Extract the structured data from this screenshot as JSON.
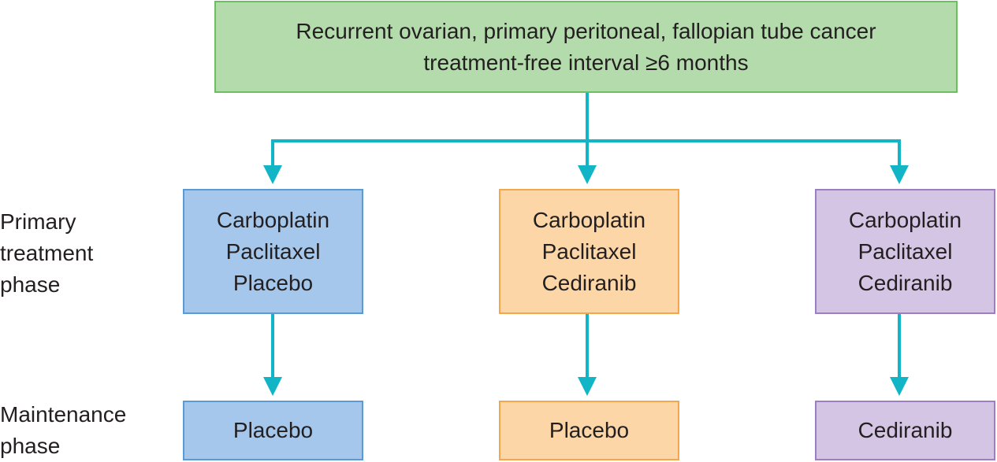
{
  "top_box": {
    "line1": "Recurrent ovarian, primary peritoneal, fallopian tube cancer",
    "line2": "treatment-free interval ≥6 months"
  },
  "phases": {
    "primary": [
      "Primary",
      "treatment",
      "phase"
    ],
    "maintenance": [
      "Maintenance",
      "phase"
    ]
  },
  "arms": [
    {
      "primary": [
        "Carboplatin",
        "Paclitaxel",
        "Placebo"
      ],
      "maintenance": "Placebo"
    },
    {
      "primary": [
        "Carboplatin",
        "Paclitaxel",
        "Cediranib"
      ],
      "maintenance": "Placebo"
    },
    {
      "primary": [
        "Carboplatin",
        "Paclitaxel",
        "Cediranib"
      ],
      "maintenance": "Cediranib"
    }
  ],
  "colors": {
    "connector": "#12b5c6",
    "top_fill": "#b4dbac",
    "arm1_fill": "#a4c7eb",
    "arm2_fill": "#fcd6a6",
    "arm3_fill": "#d4c5e4"
  }
}
